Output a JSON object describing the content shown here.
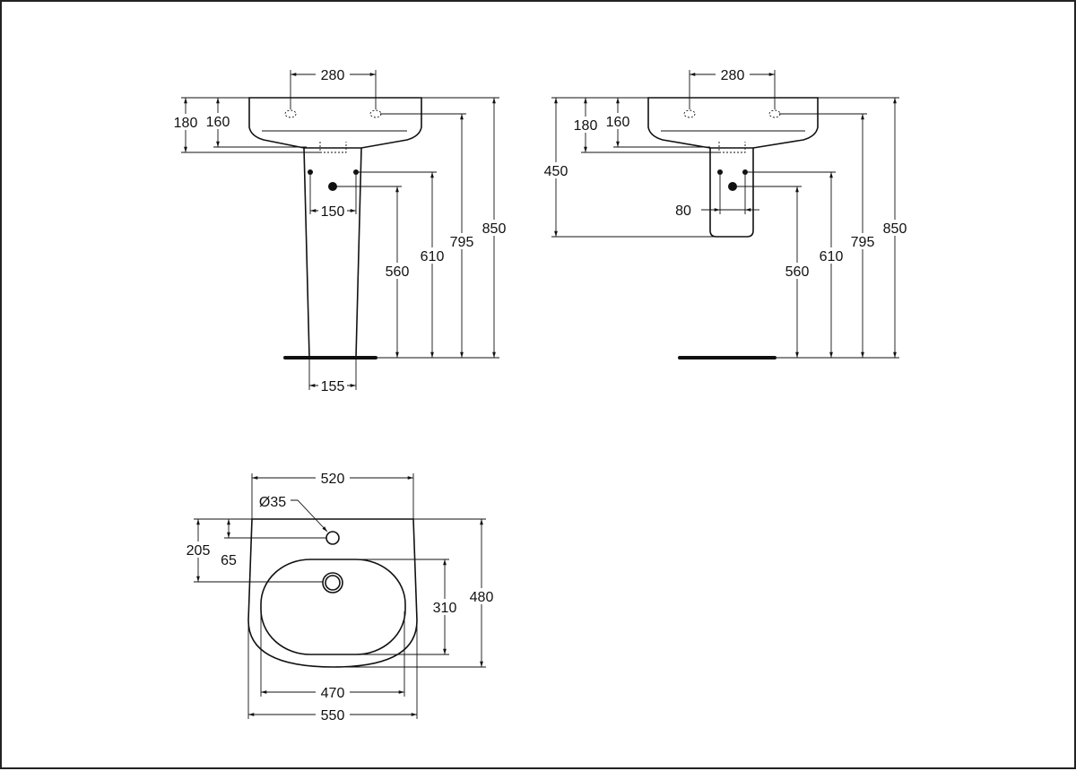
{
  "front_pedestal": {
    "d280": "280",
    "d180": "180",
    "d160": "160",
    "d150": "150",
    "d155": "155",
    "d560": "560",
    "d610": "610",
    "d795": "795",
    "d850": "850"
  },
  "front_semi_pedestal": {
    "d280": "280",
    "d450": "450",
    "d180": "180",
    "d160": "160",
    "d80": "80",
    "d560": "560",
    "d610": "610",
    "d795": "795",
    "d850": "850"
  },
  "top_view": {
    "d520": "520",
    "d35": "Ø35",
    "d205": "205",
    "d65": "65",
    "d310": "310",
    "d480": "480",
    "d470": "470",
    "d550": "550"
  }
}
